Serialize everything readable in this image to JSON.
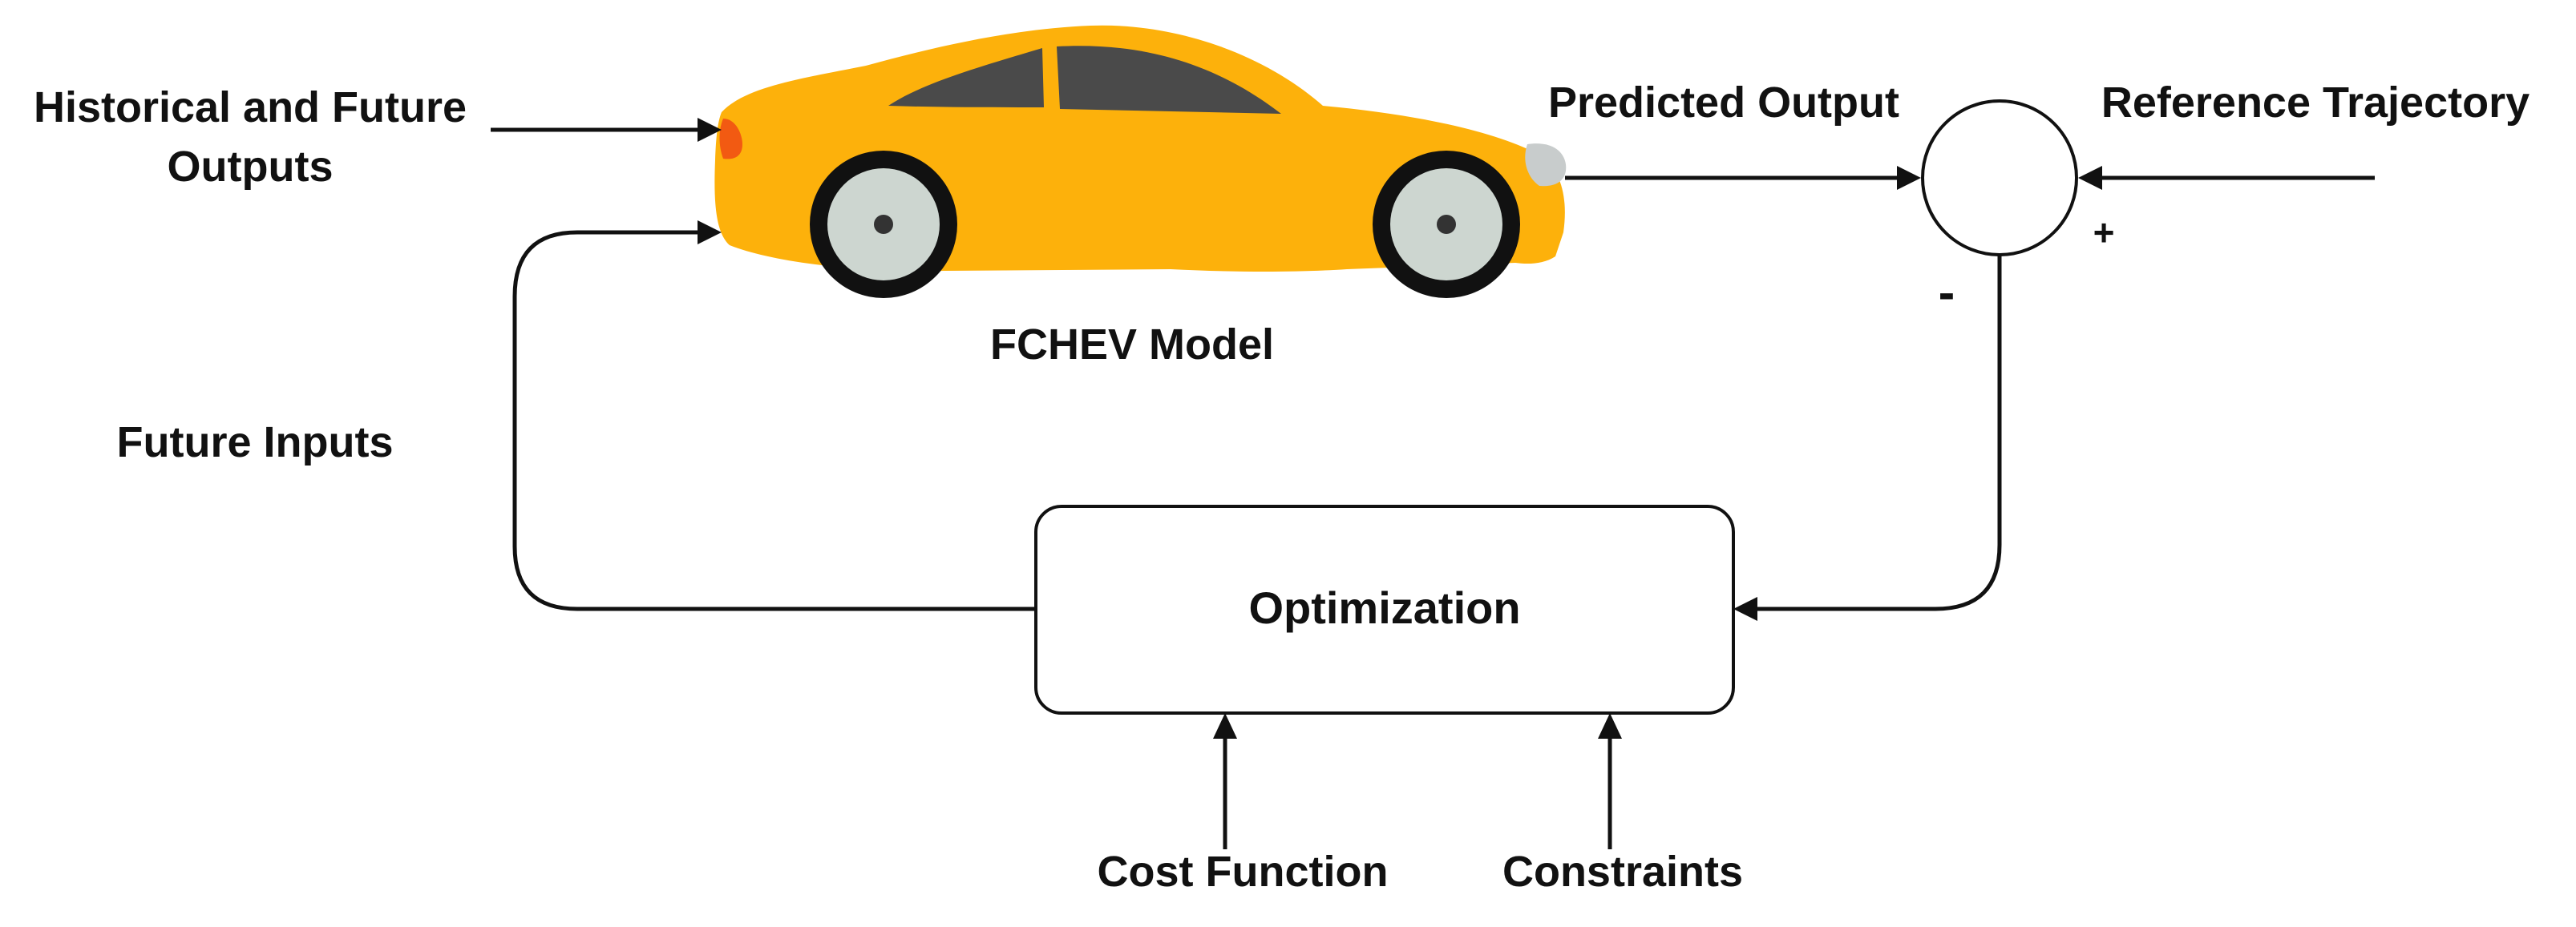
{
  "labels": {
    "historical_line1": "Historical and Future",
    "historical_line2": "Outputs",
    "model": "FCHEV Model",
    "future_inputs": "Future Inputs",
    "predicted_output": "Predicted Output",
    "reference_trajectory": "Reference Trajectory",
    "plus_sign": "+",
    "minus_sign": "-",
    "optimization": "Optimization",
    "cost_function": "Cost Function",
    "constraints": "Constraints"
  },
  "colors": {
    "car_body": "#FDB10B",
    "car_window": "#4A4A4A",
    "wheel_rim": "#CDD6D0",
    "tail_light": "#F25A12",
    "head_light": "#C8CCCC",
    "line": "#111111",
    "plus_sign": "#0E5A4A"
  }
}
